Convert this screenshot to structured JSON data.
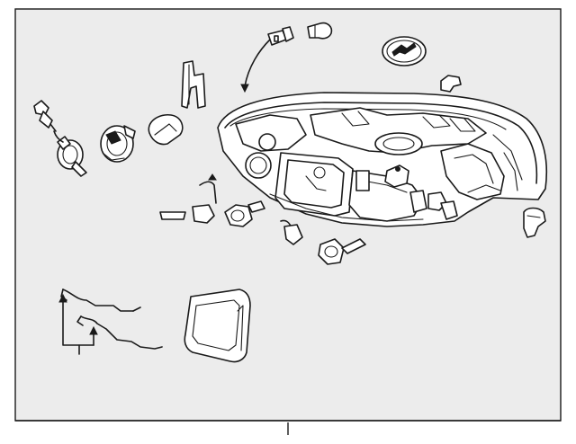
{
  "diagram": {
    "background_color": "#ececec",
    "frame_color": "#1a1a1a",
    "part_outline_color": "#1a1a1a",
    "parts": [
      "headlamp-assembly",
      "bulb-socket",
      "bulb",
      "wiring-harness",
      "lens-cover",
      "mounting-bracket",
      "cap",
      "clip",
      "reflector-cover",
      "connector"
    ]
  }
}
